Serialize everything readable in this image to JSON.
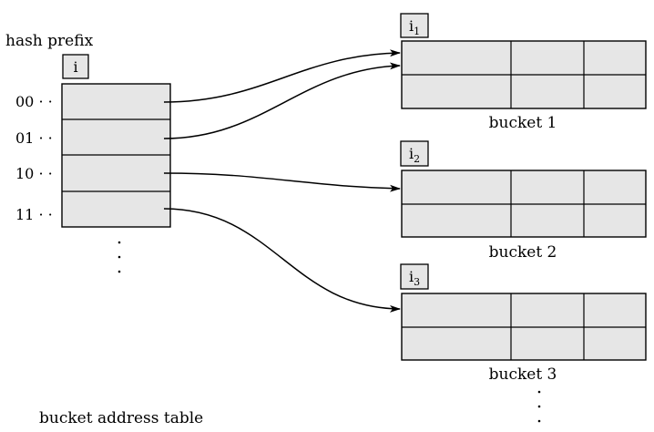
{
  "diagram": {
    "hash_prefix_label": "hash prefix",
    "global_depth_label": "i",
    "table_caption": "bucket address table",
    "table_rows": [
      {
        "prefix": "00 · ·",
        "points_to": 0
      },
      {
        "prefix": "01 · ·",
        "points_to": 0
      },
      {
        "prefix": "10 · ·",
        "points_to": 1
      },
      {
        "prefix": "11 · ·",
        "points_to": 2
      }
    ],
    "buckets": [
      {
        "depth_base": "i",
        "depth_sub": "1",
        "caption": "bucket 1"
      },
      {
        "depth_base": "i",
        "depth_sub": "2",
        "caption": "bucket 2"
      },
      {
        "depth_base": "i",
        "depth_sub": "3",
        "caption": "bucket 3"
      }
    ]
  },
  "colors": {
    "cell_fill": "#e6e6e6",
    "stroke": "#000000",
    "background": "#ffffff"
  }
}
